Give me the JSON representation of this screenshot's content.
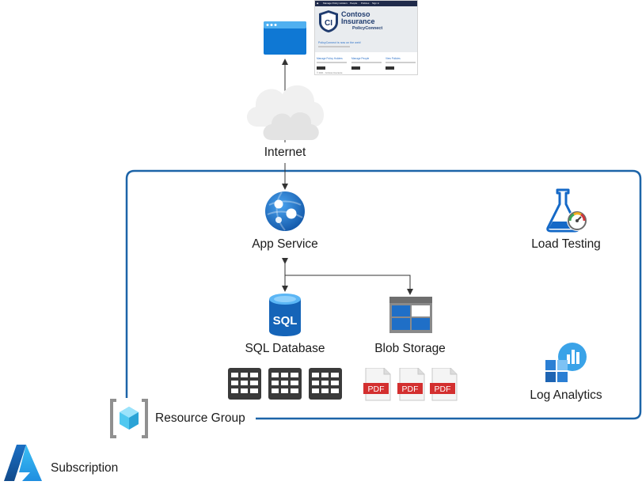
{
  "labels": {
    "internet": "Internet",
    "app_service": "App Service",
    "load_testing": "Load Testing",
    "sql_database": "SQL Database",
    "blob_storage": "Blob Storage",
    "log_analytics": "Log Analytics",
    "resource_group": "Resource Group",
    "subscription": "Subscription"
  },
  "webpage": {
    "brand_line1": "Contoso",
    "brand_line2": "Insurance",
    "brand_line3": "PolicyConnect",
    "logo_text": "CI",
    "nav": [
      "Manage Policy Holders",
      "People",
      "Policies",
      "Sign in"
    ],
    "tagline": "PolicyConnect is now on the web!",
    "columns": [
      {
        "title": "Manage Policy Holders"
      },
      {
        "title": "Manage People"
      },
      {
        "title": "View Policies"
      }
    ],
    "footer": "© 2021 - Contoso Insurance"
  },
  "icons": {
    "browser": "browser-window-icon",
    "cloud": "cloud-icon",
    "app_service": "app-service-globe-icon",
    "load_testing": "load-testing-flask-icon",
    "sql": "sql-database-icon",
    "blob": "blob-storage-icon",
    "table": "table-grid-icon",
    "pdf": "pdf-document-icon",
    "log_analytics": "log-analytics-icon",
    "resource_group": "resource-group-icon",
    "subscription": "azure-subscription-icon"
  },
  "colors": {
    "azure_blue": "#0f6cbd",
    "group_border": "#1c64a8",
    "pdf_red": "#d32f2f",
    "dark_grid": "#3a3a3a"
  }
}
